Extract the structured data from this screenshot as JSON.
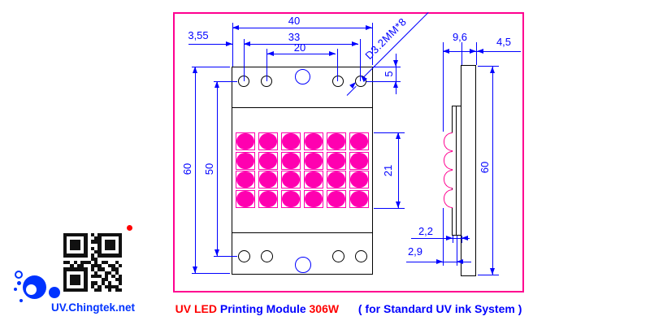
{
  "caption": {
    "product": "UV LED",
    "product2": "Printing Module",
    "wattage": "306W",
    "note": "( for Standard UV ink System )"
  },
  "logo": {
    "website": "UV.Chingtek.net"
  },
  "front_view": {
    "dims": {
      "total_width": "40",
      "hole_span_outer": "33",
      "hole_span_inner": "20",
      "edge_offset": "3,55",
      "hole_note": "D3.2MM*8",
      "hole_top_offset": "5",
      "total_height": "60",
      "hole_vertical_span": "50",
      "led_area_height": "21"
    },
    "led_grid": {
      "rows": 4,
      "cols": 6
    }
  },
  "side_view": {
    "dims": {
      "total_depth": "9,6",
      "base_depth": "4,5",
      "total_height": "60",
      "plate_thickness": "2,2",
      "plate_inset": "2,9"
    },
    "lens_count": 4
  },
  "colors": {
    "frame": "#ff0090",
    "magenta": "#ff00b0",
    "dim_blue": "#0000ff",
    "red": "#ff0000",
    "ink": "#000000",
    "logo_blue": "#0033ff"
  },
  "qr": {
    "rows": [
      "11111110101111111",
      "10000010011000001",
      "10111010111011101",
      "10111010001011101",
      "10111010101011101",
      "10000010011000001",
      "11111110101111111",
      "00000000110000000",
      "11010111010110010",
      "00101100111001101",
      "11111110101100110",
      "10000010010011010",
      "10111010111010101",
      "10111010000110011",
      "10111010110101001",
      "10000010101011110",
      "11111110011001011"
    ]
  }
}
